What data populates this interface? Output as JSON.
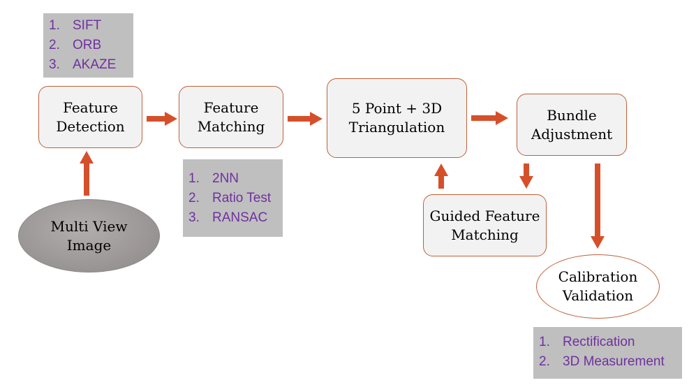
{
  "colors": {
    "arrow": "#d5502a",
    "node_border": "#c0603a",
    "node_fill": "#f2f2f2",
    "list_fill": "#bfbfbf",
    "list_text": "#7030a0"
  },
  "nodes": {
    "feature_detection": "Feature\nDetection",
    "feature_matching": "Feature\nMatching",
    "triangulation": "5 Point + 3D\nTriangulation",
    "bundle_adjustment": "Bundle\nAdjustment",
    "guided_matching": "Guided Feature\nMatching",
    "multi_view_image": "Multi View\nImage",
    "calibration_validation": "Calibration\nValidation"
  },
  "lists": {
    "detectors": [
      {
        "num": "1.",
        "text": "SIFT"
      },
      {
        "num": "2.",
        "text": "ORB"
      },
      {
        "num": "3.",
        "text": "AKAZE"
      }
    ],
    "matching": [
      {
        "num": "1.",
        "text": "2NN"
      },
      {
        "num": "2.",
        "text": "Ratio Test"
      },
      {
        "num": "3.",
        "text": "RANSAC"
      }
    ],
    "validation": [
      {
        "num": "1.",
        "text": "Rectification"
      },
      {
        "num": "2.",
        "text": "3D Measurement"
      }
    ]
  }
}
